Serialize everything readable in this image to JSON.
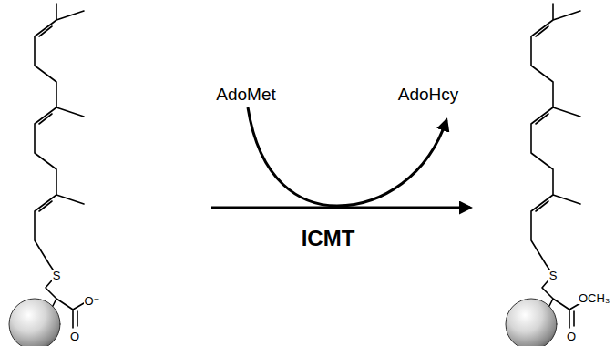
{
  "diagram": {
    "labels": [
      "AdoMet",
      "AdoHcy",
      "ICMT",
      "S",
      "O⁻",
      "O",
      "S",
      "OCH₃",
      "O"
    ]
  }
}
